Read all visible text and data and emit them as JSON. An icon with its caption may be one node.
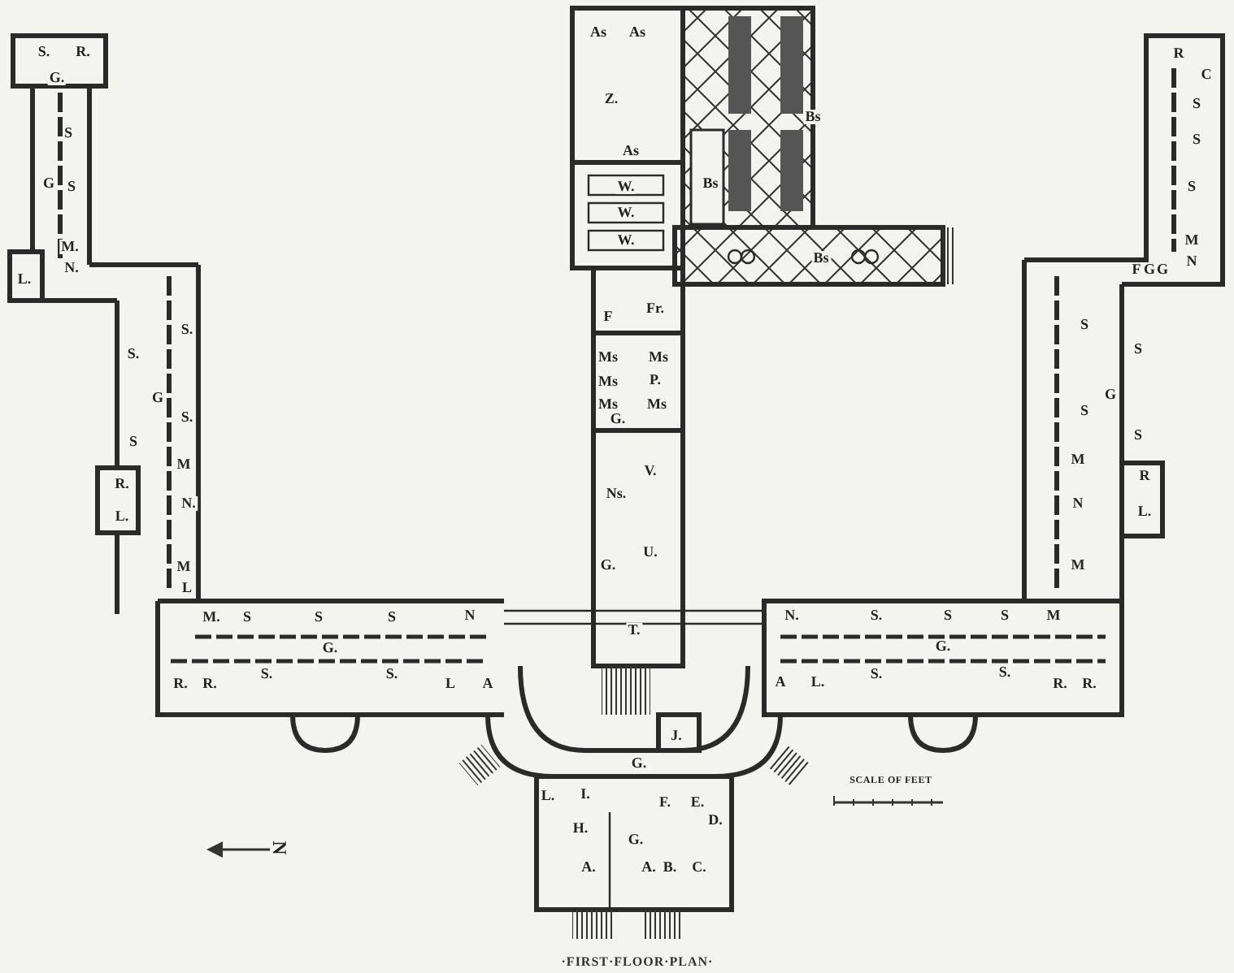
{
  "diagram": {
    "caption": "·FIRST·FLOOR·PLAN·",
    "labels": [
      "S.",
      "R.",
      "G.",
      "As",
      "As",
      "R",
      "C",
      "Z.",
      "S",
      "Bs",
      "S",
      "As",
      "S",
      "G",
      "S",
      "W.",
      "Bs",
      "S",
      "W.",
      "W.",
      "M.",
      "M",
      "Bs",
      "N.",
      "N",
      "L.",
      "F",
      "G",
      "G",
      "F",
      "Fr.",
      "S.",
      "S",
      "S",
      "S.",
      "Ms",
      "Ms",
      "Ms",
      "P.",
      "G",
      "G",
      "Ms",
      "Ms",
      "S.",
      "S",
      "G.",
      "S",
      "S",
      "V.",
      "M",
      "M",
      "R.",
      "R",
      "Ns.",
      "N.",
      "N",
      "L.",
      "L.",
      "G.",
      "U.",
      "M",
      "M",
      "L",
      "M.",
      "S",
      "S",
      "S",
      "N",
      "T.",
      "N.",
      "S.",
      "S",
      "S",
      "M",
      "G.",
      "G.",
      "R.",
      "R.",
      "S.",
      "S.",
      "L",
      "A",
      "A",
      "L.",
      "S.",
      "S.",
      "R.",
      "R.",
      "J.",
      "G.",
      "SCALE OF FEET",
      "L.",
      "I.",
      "F.",
      "E.",
      "D.",
      "H.",
      "G.",
      "N",
      "A.",
      "A.",
      "B.",
      "C."
    ]
  }
}
